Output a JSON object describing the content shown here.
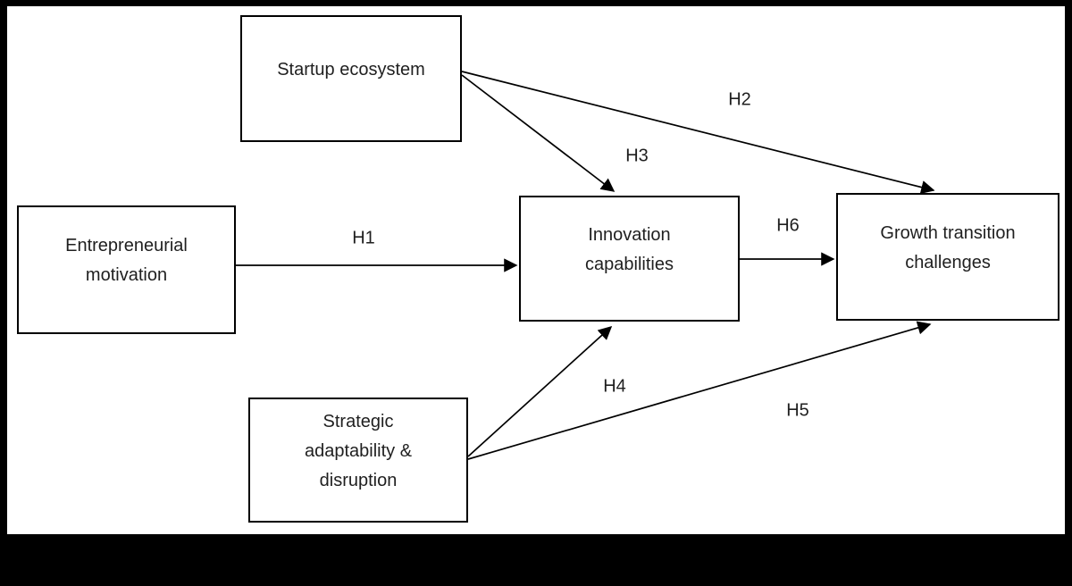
{
  "diagram": {
    "type": "hypothesis-path-model",
    "nodes": [
      {
        "id": "startup_ecosystem",
        "label": "Startup ecosystem"
      },
      {
        "id": "entrepreneurial_motivation",
        "label": "Entrepreneurial motivation"
      },
      {
        "id": "innovation_capabilities",
        "label": "Innovation capabilities"
      },
      {
        "id": "growth_transition_challenges",
        "label": "Growth transition challenges"
      },
      {
        "id": "strategic_adaptability_disruption",
        "label": "Strategic adaptability & disruption"
      }
    ],
    "edges": [
      {
        "label": "H1",
        "from": "entrepreneurial_motivation",
        "to": "innovation_capabilities"
      },
      {
        "label": "H2",
        "from": "startup_ecosystem",
        "to": "growth_transition_challenges"
      },
      {
        "label": "H3",
        "from": "startup_ecosystem",
        "to": "innovation_capabilities"
      },
      {
        "label": "H4",
        "from": "strategic_adaptability_disruption",
        "to": "innovation_capabilities"
      },
      {
        "label": "H5",
        "from": "strategic_adaptability_disruption",
        "to": "growth_transition_challenges"
      },
      {
        "label": "H6",
        "from": "innovation_capabilities",
        "to": "growth_transition_challenges"
      }
    ],
    "colors": {
      "frame": "#000000",
      "background": "#ffffff",
      "box_border": "#000000",
      "line": "#000000",
      "text": "#1f1f1f"
    }
  }
}
